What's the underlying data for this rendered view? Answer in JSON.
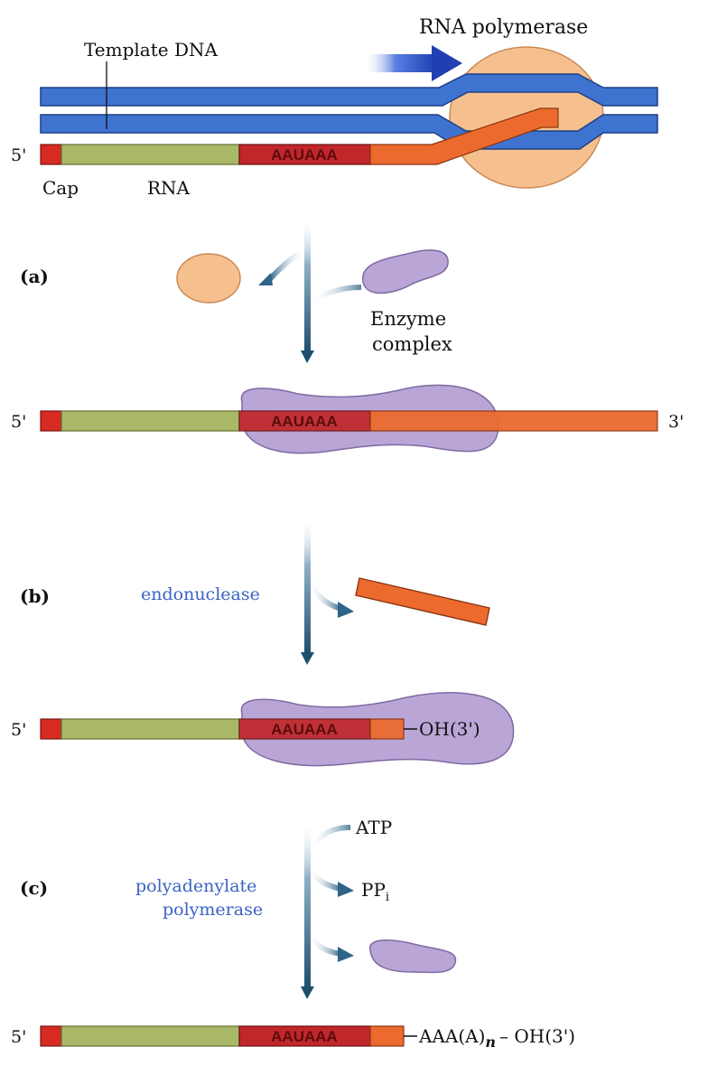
{
  "colors": {
    "dna": "#3f73d0",
    "dna_edge": "#1f3f86",
    "cap": "#d62a22",
    "rna_body": "#a9b866",
    "signal": "#c0262a",
    "signal_text": "#5a0c0c",
    "tail": "#ec6a2e",
    "polymerase": "#f6c08e",
    "enzyme": "#b9a6d6",
    "arrow_blue": "#1f3fb3",
    "enzyme_label": "#3a63c4"
  },
  "top": {
    "template_dna_label": "Template DNA",
    "rna_polymerase_label": "RNA  polymerase",
    "cap_label": "Cap",
    "rna_label": "RNA",
    "five_prime": "5'"
  },
  "signal_text": "AAUAAA",
  "steps": {
    "a": {
      "tag": "(a)",
      "enzyme_complex": [
        "Enzyme",
        "complex"
      ],
      "five_prime": "5'",
      "three_prime": "3'"
    },
    "b": {
      "tag": "(b)",
      "enzyme": "endonuclease",
      "five_prime": "5'",
      "end_label": "OH(3')"
    },
    "c": {
      "tag": "(c)",
      "enzyme": [
        "polyadenylate",
        "polymerase"
      ],
      "atp": "ATP",
      "ppi": "PP",
      "ppi_sub": "i",
      "five_prime": "5'",
      "end_label_pre": "AAA(A)",
      "end_label_sub": "n",
      "end_label_post": " OH(3')"
    }
  }
}
